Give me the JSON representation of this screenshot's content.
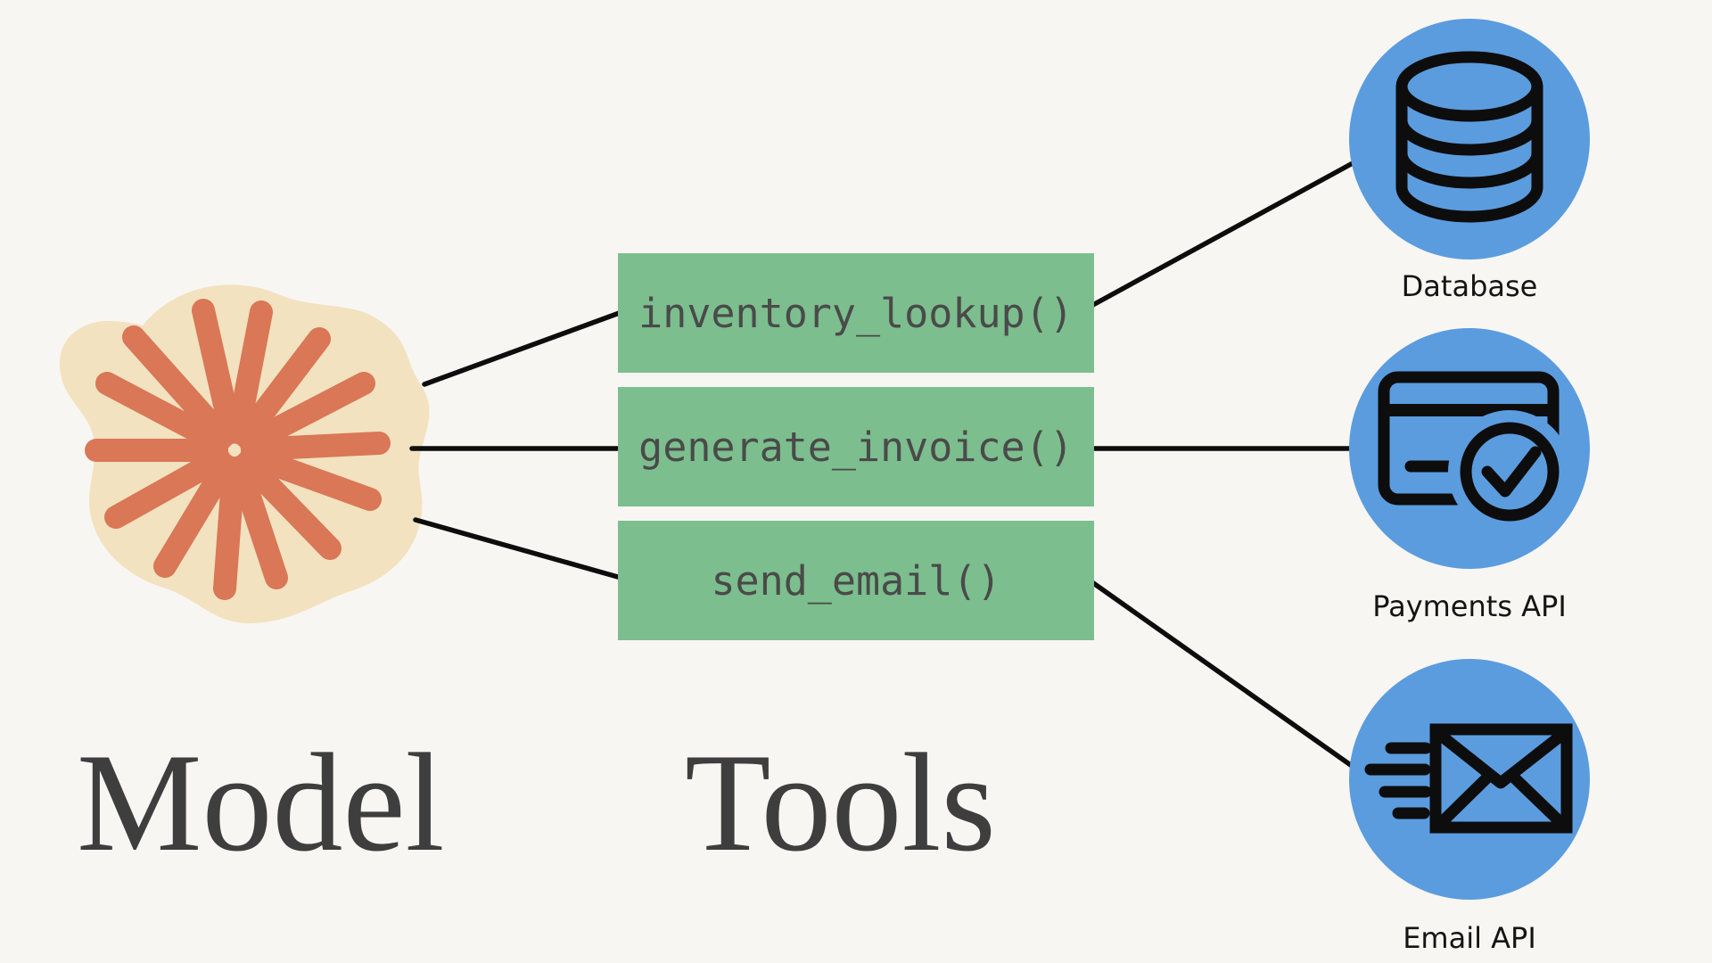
{
  "model": {
    "title": "Model",
    "icon": "starburst-icon"
  },
  "tools": {
    "title": "Tools",
    "functions": [
      "inventory_lookup()",
      "generate_invoice()",
      "send_email()"
    ]
  },
  "services": [
    {
      "label": "Database",
      "icon": "database-icon"
    },
    {
      "label": "Payments API",
      "icon": "credit-card-check-icon"
    },
    {
      "label": "Email API",
      "icon": "email-send-icon"
    }
  ],
  "colors": {
    "background": "#F8F6F3",
    "tool_box_green": "#7CBE8E",
    "service_circle_blue": "#5B9CDF",
    "model_blob_cream": "#F2E2BF",
    "starburst_coral": "#D97757",
    "title_gray": "#3E3E3E",
    "function_text_gray": "#4A4A4A",
    "label_black": "#141414",
    "line_black": "#0D0D0D"
  }
}
